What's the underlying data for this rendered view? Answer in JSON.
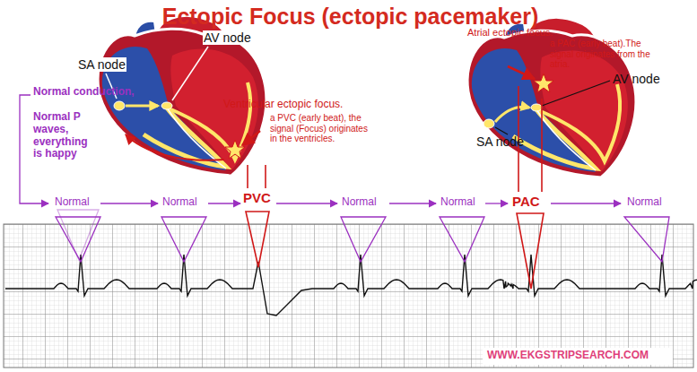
{
  "diagram": {
    "title": "Ectopic Focus (ectopic pacemaker)",
    "labels": [
      "SA node",
      "AV node",
      "Normal conduction,",
      "Normal P waves, everything is happy",
      "Ventricular ectopic focus.",
      "a PVC (early beat), the signal (Focus) originates in the ventricles.",
      "Atrial ectopic focus.",
      "a PAC (early beat).The signal originates from the atria.",
      "AV node",
      "SA node",
      "Normal",
      "Normal",
      "PVC",
      "Normal",
      "Normal",
      "PAC",
      "Normal",
      "WWW.EKGSTRIPSEARCH.COM"
    ]
  }
}
